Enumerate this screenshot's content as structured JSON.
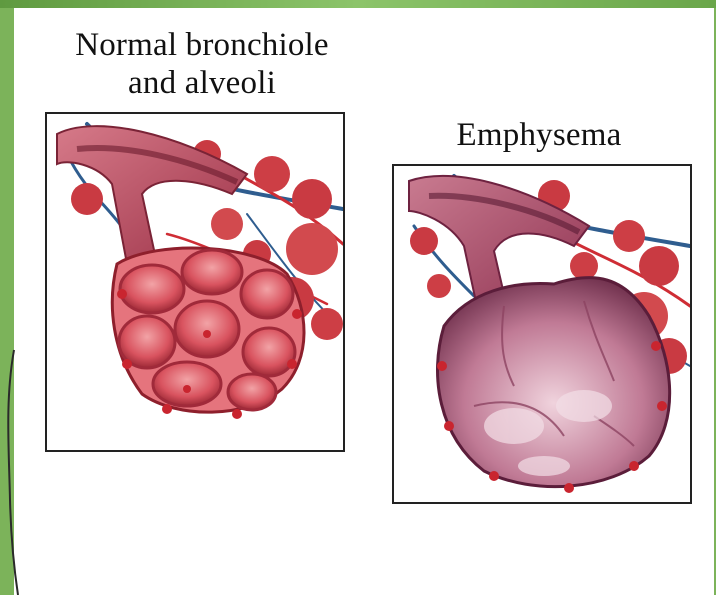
{
  "labels": {
    "normal": [
      "Normal bronchiole",
      "and alveoli"
    ],
    "emphysema": "Emphysema"
  },
  "colors": {
    "slide_green": "#7cb35a",
    "frame_border": "#222222",
    "bronchiole": "#b6455a",
    "alveoli_normal": "#d9535f",
    "alveoli_emphysema": "#b76684",
    "vessel_red": "#cf2d35",
    "vessel_blue": "#2f5d8f"
  }
}
